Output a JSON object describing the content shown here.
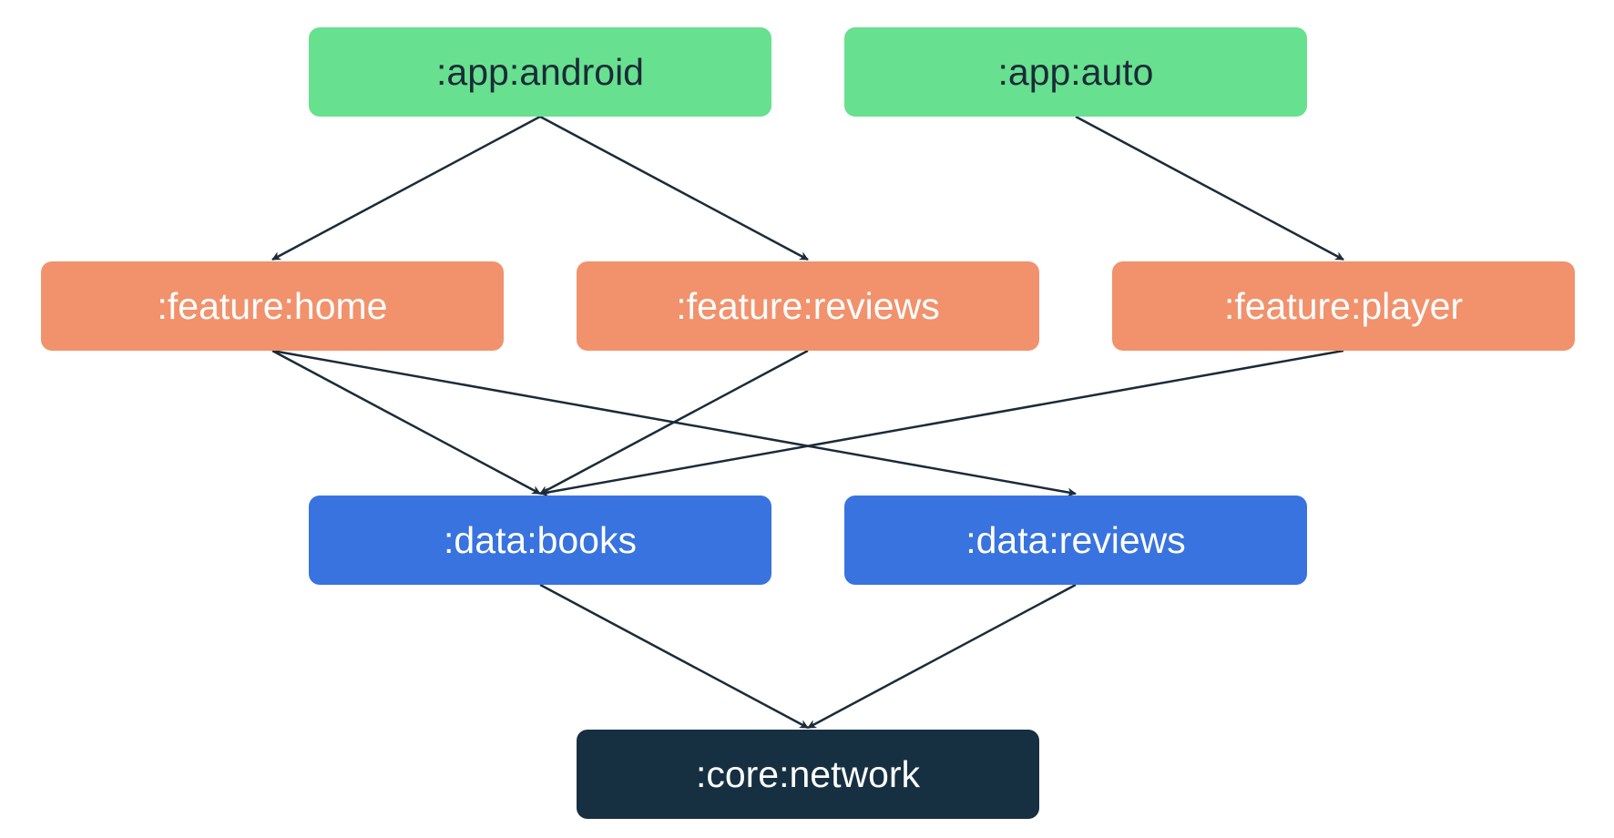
{
  "colors": {
    "app": "#67e08f",
    "feature": "#f1926c",
    "data": "#3873e0",
    "core": "#163042",
    "arrow": "#1b2b38"
  },
  "nodes": [
    {
      "id": "app-android",
      "label": ":app:android",
      "group": "app"
    },
    {
      "id": "app-auto",
      "label": ":app:auto",
      "group": "app"
    },
    {
      "id": "feature-home",
      "label": ":feature:home",
      "group": "feature"
    },
    {
      "id": "feature-reviews",
      "label": ":feature:reviews",
      "group": "feature"
    },
    {
      "id": "feature-player",
      "label": ":feature:player",
      "group": "feature"
    },
    {
      "id": "data-books",
      "label": ":data:books",
      "group": "data"
    },
    {
      "id": "data-reviews",
      "label": ":data:reviews",
      "group": "data"
    },
    {
      "id": "core-network",
      "label": ":core:network",
      "group": "core"
    }
  ],
  "edges": [
    {
      "from": "app-android",
      "to": "feature-home"
    },
    {
      "from": "app-android",
      "to": "feature-reviews"
    },
    {
      "from": "app-auto",
      "to": "feature-player"
    },
    {
      "from": "feature-home",
      "to": "data-books"
    },
    {
      "from": "feature-home",
      "to": "data-reviews"
    },
    {
      "from": "feature-reviews",
      "to": "data-books"
    },
    {
      "from": "feature-player",
      "to": "data-books"
    },
    {
      "from": "data-books",
      "to": "core-network"
    },
    {
      "from": "data-reviews",
      "to": "core-network"
    }
  ]
}
